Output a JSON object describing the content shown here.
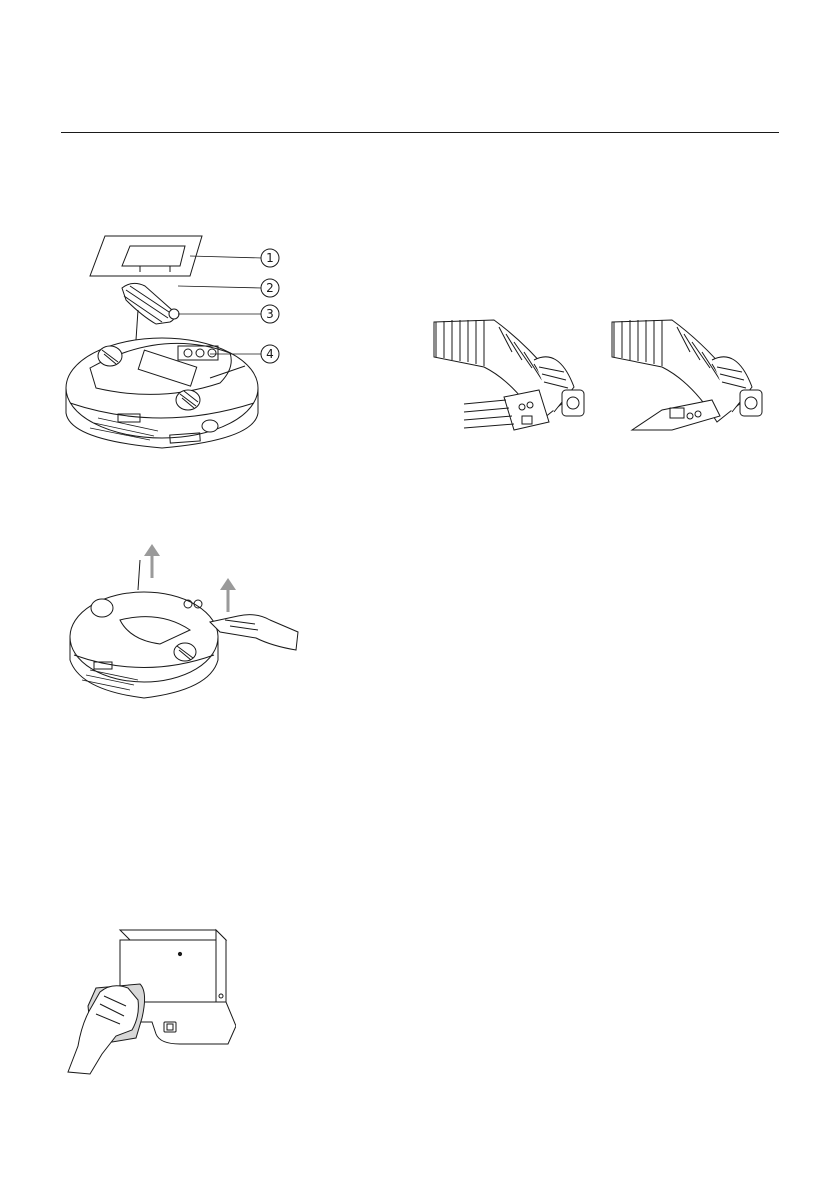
{
  "page": {
    "background": "#ffffff",
    "line_color": "#1a1a1a",
    "arrow_color": "#9a9a9a"
  },
  "figure_exploded": {
    "callouts": [
      {
        "number": "1"
      },
      {
        "number": "2"
      },
      {
        "number": "3"
      },
      {
        "number": "4"
      }
    ]
  },
  "figure_brush": {
    "panels": [
      "brush-with-comb-tool",
      "brush-with-clip-tool"
    ]
  },
  "figure_lift": {
    "arrows": [
      "up-arrow",
      "up-arrow"
    ]
  },
  "figure_dock": {
    "action": "wipe-cloth"
  }
}
